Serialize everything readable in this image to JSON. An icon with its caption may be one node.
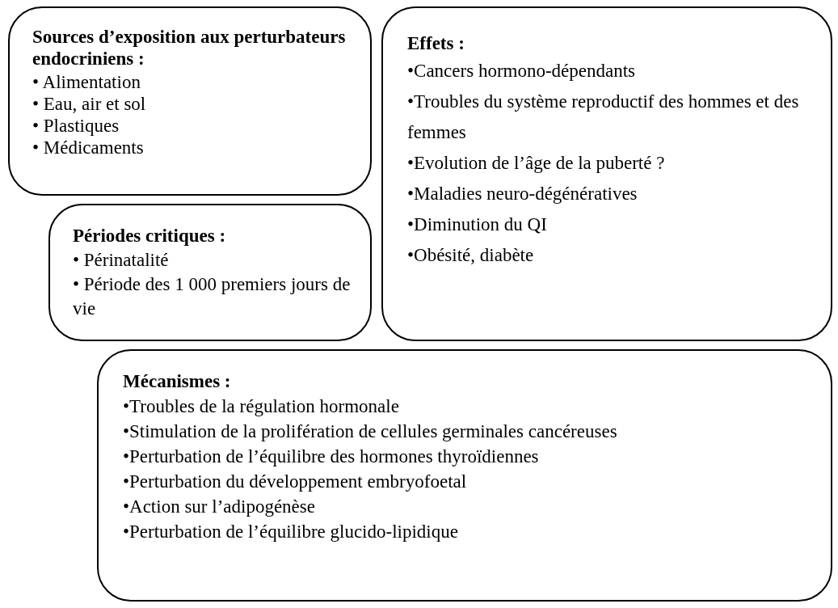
{
  "diagram": {
    "nodes": [
      {
        "text": [
          "Sources d’exposition aux perturbateurs endocriniens :",
          "• Alimentation",
          "• Eau, air et sol",
          "• Plastiques",
          "• Médicaments"
        ]
      },
      {
        "text": [
          "Effets :",
          "•Cancers hormono-dépendants",
          "•Troubles du système reproductif des hommes et des femmes",
          "•Evolution de l’âge de la puberté ?",
          "•Maladies neuro-dégénératives",
          "•Diminution du QI",
          "•Obésité, diabète"
        ]
      },
      {
        "text": [
          "Périodes critiques :",
          "• Périnatalité",
          "• Période des 1 000 premiers jours de vie"
        ]
      },
      {
        "text": [
          "Mécanismes :",
          "•Troubles de la régulation hormonale",
          "•Stimulation de la prolifération de cellules germinales cancéreuses",
          "•Perturbation de l’équilibre des hormones thyroïdiennes",
          "•Perturbation du développement embryofoetal",
          "•Action sur l’adipogénèse",
          "•Perturbation de l’équilibre glucido-lipidique"
        ]
      }
    ],
    "edges": []
  }
}
